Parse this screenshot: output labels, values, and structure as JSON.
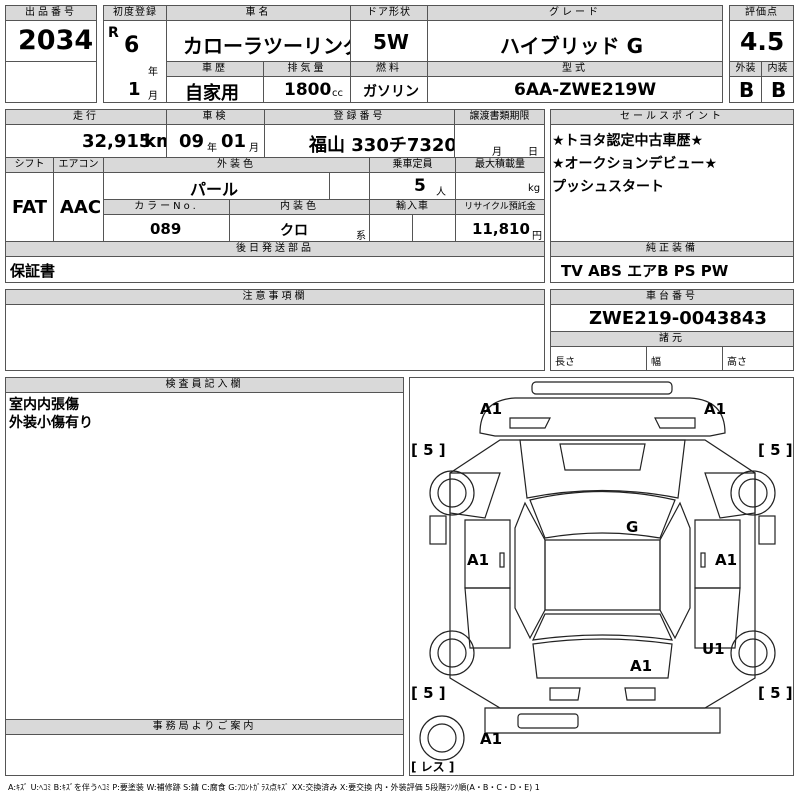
{
  "headers": {
    "lot_number": "出品番号",
    "first_registration": "初度登録",
    "car_name": "車名",
    "door_type": "ドア形状",
    "grade": "グレード",
    "evaluation": "評価点",
    "history": "車歴",
    "displacement": "排気量",
    "fuel": "燃料",
    "model_code": "型式",
    "exterior": "外装",
    "interior": "内装",
    "mileage": "走行",
    "inspection": "車検",
    "registration": "登録番号",
    "transfer_deadline": "譲渡書類期限",
    "sales_points": "セールスポイント",
    "shift": "シフト",
    "aircon": "エアコン",
    "color": "外装色",
    "capacity": "乗車定員",
    "max_load": "最大積載量",
    "color_no": "カラーNo.",
    "interior_color": "内装色",
    "import": "輸入車",
    "recycle": "リサイクル預託金",
    "later_parts": "後日発送部品",
    "equipment": "純正装備",
    "notes": "注意事項欄",
    "chassis": "車台番号",
    "dimensions": "諸元",
    "inspector": "検査員記入欄",
    "office": "事務局よりご案内"
  },
  "vehicle": {
    "lot_number": "2034",
    "era": "R",
    "year": "6",
    "year_unit": "年",
    "month": "1",
    "month_unit": "月",
    "car_name": "カローラツーリング",
    "door_type": "5W",
    "grade": "ハイブリッド G",
    "score": "4.5",
    "history": "自家用",
    "displacement": "1800",
    "displacement_unit": "cc",
    "fuel": "ガソリン",
    "model_code": "6AA-ZWE219W",
    "exterior_grade": "B",
    "interior_grade": "B",
    "mileage": "32,915",
    "mileage_unit": "km",
    "inspection_year": "09",
    "inspection_year_unit": "年",
    "inspection_month": "01",
    "inspection_month_unit": "月",
    "registration": "福山 330チ7320",
    "transfer_month_unit": "月",
    "transfer_day_unit": "日",
    "shift": "FAT",
    "aircon": "AAC",
    "color": "パール",
    "capacity": "5",
    "capacity_unit": "人",
    "load_unit": "kg",
    "color_no": "089",
    "interior_color": "クロ",
    "interior_color_unit": "系",
    "recycle": "11,810",
    "recycle_unit": "円",
    "later_parts": "保証書",
    "equipment": "TV ABS エアB PS PW",
    "chassis": "ZWE219-0043843",
    "length_label": "長さ",
    "width_label": "幅",
    "height_label": "高さ"
  },
  "sales_points": [
    "★トヨタ認定中古車歴★",
    "★オークションデビュー★",
    "プッシュスタート"
  ],
  "inspector_notes": [
    "室内内張傷",
    "外装小傷有り"
  ],
  "diagram": {
    "marks": {
      "front_left": "A1",
      "front_right": "A1",
      "roof": "G",
      "left_door": "A1",
      "right_door": "A1",
      "rear_right_fender": "U1",
      "rear_glass": "A1",
      "rear_bumper": "A1"
    },
    "tires": {
      "front_left": "5",
      "front_right": "5",
      "rear_left": "5",
      "rear_right": "5",
      "spare": "レス"
    }
  },
  "legend": "A:ｷｽﾞ U:ﾍｺﾐ B:ｷｽﾞを伴うﾍｺﾐ P:要塗装 W:補修跡 S:錆 C:腐食 G:ﾌﾛﾝﾄｶﾞﾗｽ点ｷｽﾞ XX:交換済み X:要交換 内・外装評価 5段階ﾗﾝｸ順(A・B・C・D・E) 1"
}
